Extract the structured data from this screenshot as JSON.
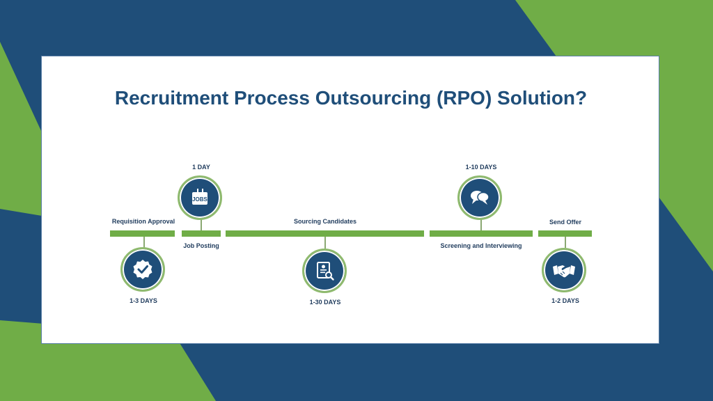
{
  "title": "Recruitment Process Outsourcing (RPO) Solution?",
  "colors": {
    "navy": "#1f4e79",
    "green": "#70ad47",
    "ring": "#8fba6e"
  },
  "steps": [
    {
      "label": "Requisition Approval",
      "duration": "1-3 DAYS",
      "icon": "check-badge-icon"
    },
    {
      "label": "Job Posting",
      "duration": "1 DAY",
      "icon": "jobs-sign-icon",
      "icon_text": "JOBS"
    },
    {
      "label": "Sourcing Candidates",
      "duration": "1-30 DAYS",
      "icon": "resume-search-icon"
    },
    {
      "label": "Screening and Interviewing",
      "duration": "1-10 DAYS",
      "icon": "speech-bubbles-icon"
    },
    {
      "label": "Send Offer",
      "duration": "1-2 DAYS",
      "icon": "handshake-icon"
    }
  ]
}
